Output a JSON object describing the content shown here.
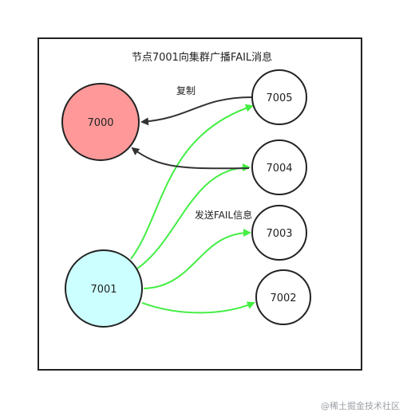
{
  "title": "节点7001向集群广播FAIL消息",
  "edge_labels": {
    "replicate": "复制",
    "send_fail": "发送FAIL信息"
  },
  "nodes": {
    "n7000": {
      "label": "7000",
      "fill": "#ff9999"
    },
    "n7001": {
      "label": "7001",
      "fill": "#ccffff"
    },
    "n7002": {
      "label": "7002",
      "fill": "#ffffff"
    },
    "n7003": {
      "label": "7003",
      "fill": "#ffffff"
    },
    "n7004": {
      "label": "7004",
      "fill": "#ffffff"
    },
    "n7005": {
      "label": "7005",
      "fill": "#ffffff"
    }
  },
  "colors": {
    "fail_broadcast": "#44ee44",
    "replication": "#333333"
  },
  "watermark": "@稀土掘金技术社区"
}
